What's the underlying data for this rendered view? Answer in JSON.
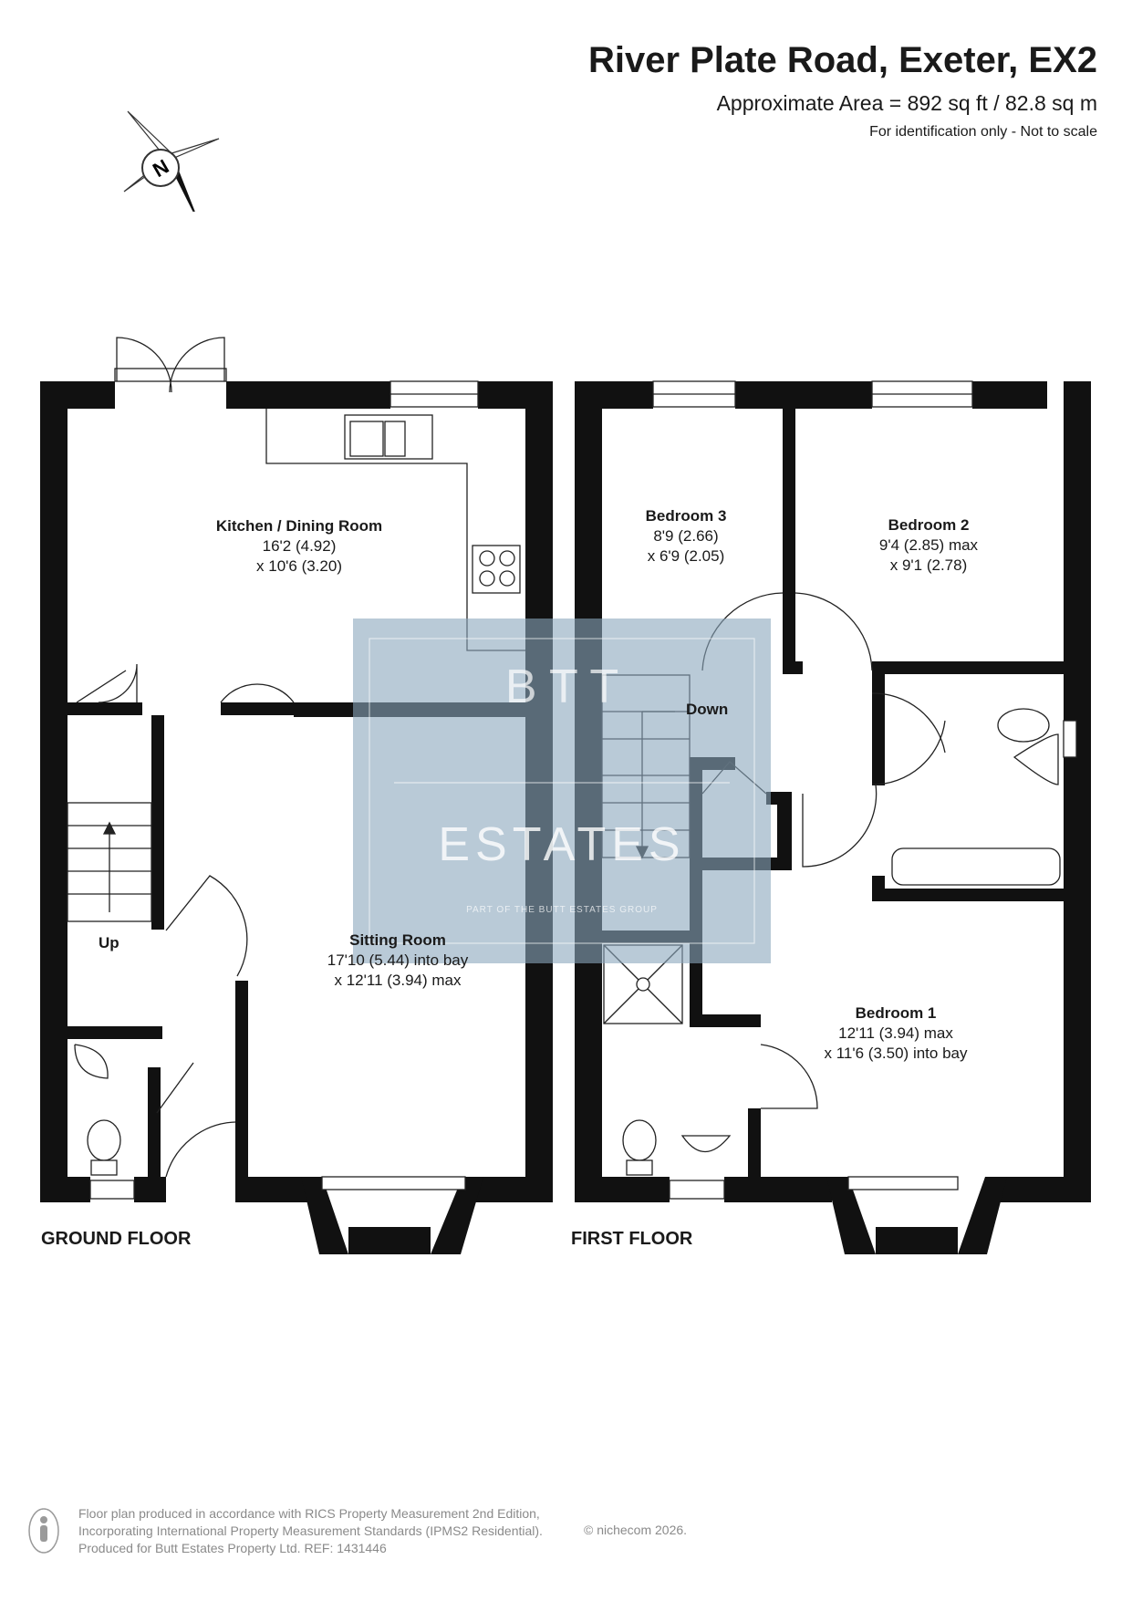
{
  "header": {
    "title": "River Plate Road, Exeter, EX2",
    "area": "Approximate Area = 892 sq ft / 82.8 sq m",
    "note": "For identification only - Not to scale"
  },
  "compass": {
    "letter": "N",
    "icon": "north-arrow-icon"
  },
  "floors": {
    "ground": {
      "label": "GROUND FLOOR"
    },
    "first": {
      "label": "FIRST FLOOR"
    }
  },
  "rooms": {
    "kitchen": {
      "name": "Kitchen / Dining Room",
      "dim1": "16'2 (4.92)",
      "dim2": "x 10'6 (3.20)"
    },
    "sitting": {
      "name": "Sitting Room",
      "dim1": "17'10 (5.44) into bay",
      "dim2": "x 12'11 (3.94) max"
    },
    "bedroom3": {
      "name": "Bedroom 3",
      "dim1": "8'9 (2.66)",
      "dim2": "x 6'9 (2.05)"
    },
    "bedroom2": {
      "name": "Bedroom 2",
      "dim1": "9'4 (2.85) max",
      "dim2": "x 9'1 (2.78)"
    },
    "bedroom1": {
      "name": "Bedroom 1",
      "dim1": "12'11 (3.94) max",
      "dim2": "x 11'6 (3.50) into bay"
    }
  },
  "stairs": {
    "up": "Up",
    "down": "Down"
  },
  "watermark": {
    "line1": "B   T T",
    "line2": "ESTATES",
    "line3": "PART OF THE BUTT ESTATES GROUP",
    "color": "#8aa6bd"
  },
  "footer": {
    "line1": "Floor plan produced in accordance with RICS Property Measurement 2nd Edition,",
    "line2": "Incorporating International Property Measurement Standards (IPMS2 Residential).",
    "line3": "Produced for Butt Estates Property Ltd.   REF: 1431446",
    "brand": "© nichecom 2026."
  },
  "colors": {
    "wall": "#111111",
    "ink": "#1a1a1a"
  }
}
